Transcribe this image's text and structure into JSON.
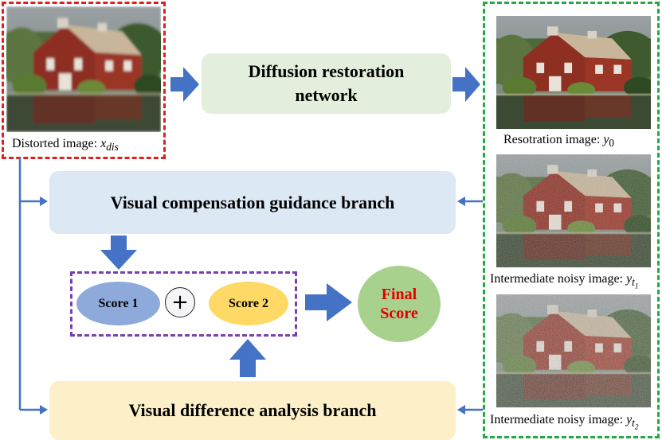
{
  "distorted": {
    "caption_text": "Distorted image: ",
    "symbol": "x",
    "subscript": "dis"
  },
  "diffusion_network": {
    "line1": "Diffusion restoration",
    "line2": "network"
  },
  "restoration": {
    "caption_text": "Resotration image: ",
    "symbol": "y",
    "subscript": "0"
  },
  "noisy1": {
    "caption_text": "Intermediate noisy image: ",
    "symbol": "y",
    "subscript": "t",
    "subsubscript": "1"
  },
  "noisy2": {
    "caption_text": "Intermediate noisy image: ",
    "symbol": "y",
    "subscript": "t",
    "subsubscript": "2"
  },
  "visual_compensation": {
    "label": "Visual compensation guidance branch"
  },
  "visual_difference": {
    "label": "Visual difference analysis branch"
  },
  "score1": {
    "label": "Score 1"
  },
  "score2": {
    "label": "Score 2"
  },
  "plus_symbol": "+",
  "final_score": {
    "line1": "Final",
    "line2": "Score"
  },
  "colors": {
    "distorted_border": "#e02020",
    "outputs_border": "#22aa44",
    "scores_border": "#7a3fb0",
    "arrow_blue": "#4472c4",
    "final_text": "#e00000"
  }
}
